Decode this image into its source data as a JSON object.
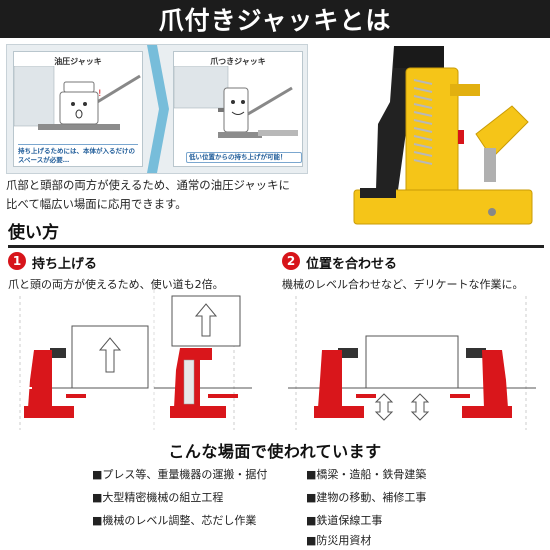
{
  "header": {
    "title": "爪付きジャッキとは"
  },
  "compare": {
    "left_title": "油圧ジャッキ",
    "left_caption": "持ち上げるためには、本体が入るだけのスペースが必要…",
    "right_title": "爪つきジャッキ",
    "right_caption": "低い位置からの持ち上げが可能！"
  },
  "description": {
    "line1": "爪部と頭部の両方が使えるため、通常の油圧ジャッキに",
    "line2": "比べて幅広い場面に応用できます。"
  },
  "usage": {
    "title": "使い方",
    "step1": {
      "number": "1",
      "title": "持ち上げる",
      "desc": "爪と頭の両方が使えるため、使い道も2倍。"
    },
    "step2": {
      "number": "2",
      "title": "位置を合わせる",
      "desc": "機械のレベル合わせなど、デリケートな作業に。"
    }
  },
  "uses": {
    "title": "こんな場面で使われています",
    "left": [
      "■プレス等、重量機器の運搬・据付",
      "■大型精密機械の組立工程",
      "■機械のレベル調整、芯だし作業"
    ],
    "right": [
      "■橋梁・造船・鉄骨建築",
      "■建物の移動、補修工事",
      "■鉄道保線工事",
      "■防災用資材"
    ]
  },
  "colors": {
    "jack_red": "#d9161b",
    "jack_yellow": "#f5c518",
    "accent_blue": "#1f5c99",
    "header_bg": "#1c1c1c"
  }
}
